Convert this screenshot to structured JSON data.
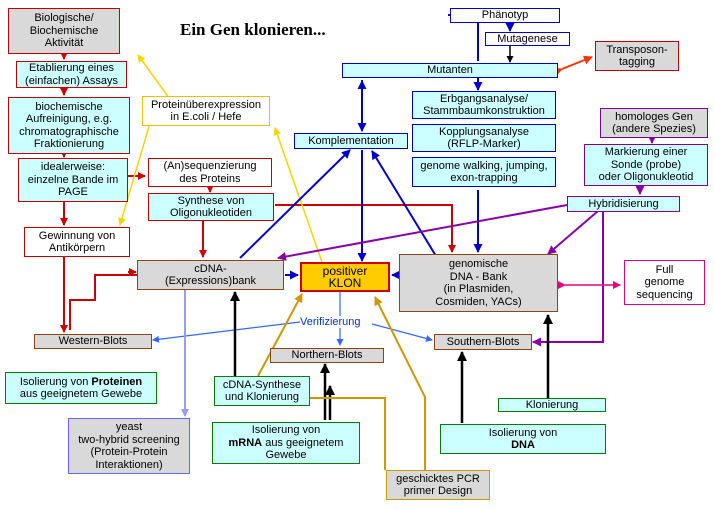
{
  "title": "Ein Gen klonieren...",
  "boxes": {
    "biologische_aktivitaet": "Biologische/\nBiochemische\nAktivität",
    "etablierung_assays": "Etablierung eines\n(einfachen) Assays",
    "biochemische_aufreinigung": "biochemische\nAufreinigung, e.g.\nchromatographische\nFraktionierung",
    "einzelne_bande": "idealerweise:\neinzelne Bande im\nPAGE",
    "gewinnung_antikoerpern": "Gewinnung von\nAntikörpern",
    "proteinueberexpression": "Proteinüberexpression\nin E.coli / Hefe",
    "ansequenzierung": "(An)sequenzierung\ndes Proteins",
    "synthese_oligo": "Synthese von\nOligonukleotiden",
    "cdna_bank": "cDNA-\n(Expressions)bank",
    "positiver_klon": "positiver\nKLON",
    "genomische_bank": "genomische\nDNA - Bank\n(in Plasmiden,\nCosmiden, YACs)",
    "phaenotyp": "Phänotyp",
    "mutagenese": "Mutagenese",
    "transposon": "Transposon-\ntagging",
    "mutanten": "Mutanten",
    "erbgangsanalyse": "Erbgangsanalyse/\nStammbaumkonstruktion",
    "kopplungsanalyse": "Kopplungsanalyse\n(RFLP-Marker)",
    "genome_walking": "genome walking, jumping,\nexon-trapping",
    "komplementation": "Komplementation",
    "homologes_gen": "homologes Gen\n(andere Spezies)",
    "markierung_sonde": "Markierung einer\nSonde (probe)\noder Oligonukleotid",
    "hybridisierung": "Hybridisierung",
    "full_genome": "Full\ngenome\nsequencing",
    "western_blots": "Western-Blots",
    "northern_blots": "Northern-Blots",
    "southern_blots": "Southern-Blots",
    "isolierung_proteine_pre": "Isolierung von ",
    "isolierung_proteine_bold": "Proteinen",
    "isolierung_proteine_post": "aus geeignetem Gewebe",
    "yeast_two_hybrid": "yeast\ntwo-hybrid screening\n(Protein-Protein\nInteraktionen)",
    "cdna_synthese": "cDNA-Synthese\nund Klonierung",
    "isolierung_mrna_pre": "Isolierung von",
    "isolierung_mrna_bold": "mRNA",
    "isolierung_mrna_post": " aus geeignetem\nGewebe",
    "klonierung": "Klonierung",
    "isolierung_dna_pre": "Isolierung von",
    "isolierung_dna_bold": "DNA",
    "pcr_primer": "geschicktes PCR\nprimer Design"
  },
  "verifizierung": "Verifizierung",
  "colors": {
    "red": "#cc0000",
    "blue": "#0000cc",
    "light_blue": "#3366ff",
    "purple": "#8800aa",
    "black": "#000000",
    "gold": "#cc9900",
    "yellow": "#f2d600",
    "lavender": "#9999ff",
    "pink": "#e6007e",
    "orange_red": "#ff3300",
    "klon_fill": "#ffcc00"
  }
}
